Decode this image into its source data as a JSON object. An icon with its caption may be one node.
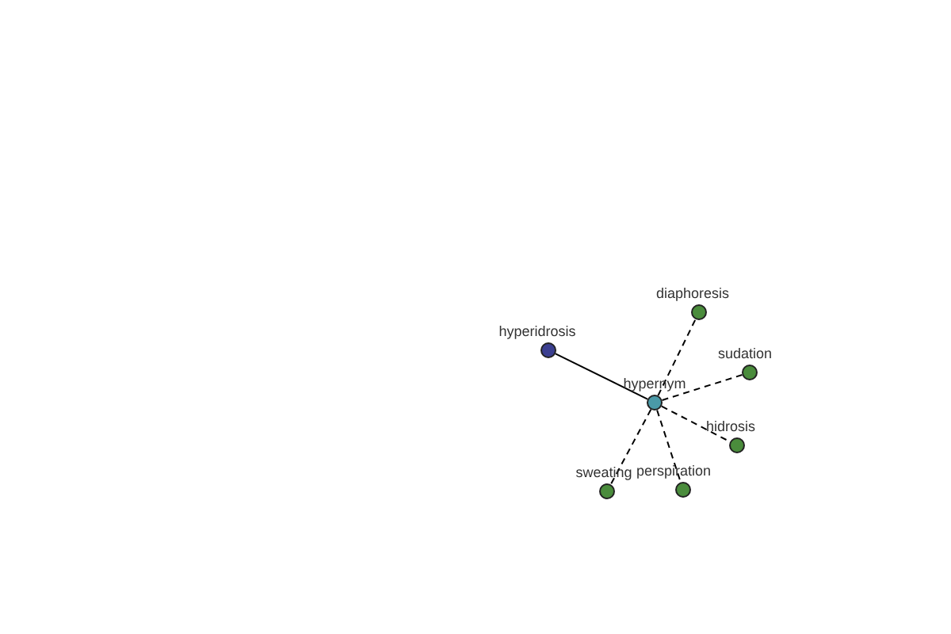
{
  "diagram": {
    "nodes": [
      {
        "text": [
          "hyperidrosis"
        ]
      },
      {
        "text": [
          "hypernym"
        ]
      },
      {
        "text": [
          "diaphoresis"
        ]
      },
      {
        "text": [
          "sudation"
        ]
      },
      {
        "text": [
          "hidrosis"
        ]
      },
      {
        "text": [
          "sweating"
        ]
      },
      {
        "text": [
          "perspiration"
        ]
      }
    ],
    "edges": [
      {
        "from": 0,
        "to": 1,
        "arrow": "none"
      },
      {
        "from": 1,
        "to": 2,
        "arrow": "none",
        "style": "dashed"
      },
      {
        "from": 1,
        "to": 3,
        "arrow": "none",
        "style": "dashed"
      },
      {
        "from": 1,
        "to": 4,
        "arrow": "none",
        "style": "dashed"
      },
      {
        "from": 1,
        "to": 5,
        "arrow": "none",
        "style": "dashed"
      },
      {
        "from": 1,
        "to": 6,
        "arrow": "none",
        "style": "dashed"
      }
    ]
  }
}
